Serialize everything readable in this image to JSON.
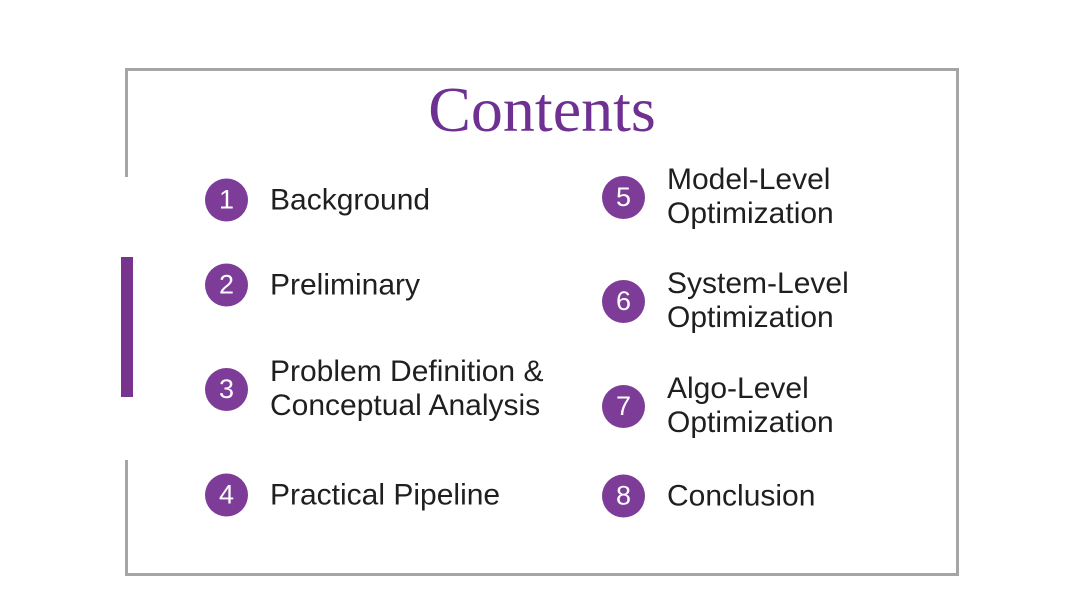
{
  "slide": {
    "title": "Contents",
    "colors": {
      "title_purple": "#6e3192",
      "badge_purple": "#7d3c98",
      "accent_bar_purple": "#76348e",
      "frame_border_gray": "#a5a5a5",
      "item_text": "#1f1f1f"
    },
    "items": [
      {
        "number": "1",
        "label": "Background"
      },
      {
        "number": "2",
        "label": "Preliminary"
      },
      {
        "number": "3",
        "label": "Problem Definition & Conceptual Analysis"
      },
      {
        "number": "4",
        "label": "Practical Pipeline"
      },
      {
        "number": "5",
        "label": "Model-Level Optimization"
      },
      {
        "number": "6",
        "label": "System-Level Optimization"
      },
      {
        "number": "7",
        "label": "Algo-Level Optimization"
      },
      {
        "number": "8",
        "label": "Conclusion"
      }
    ]
  }
}
